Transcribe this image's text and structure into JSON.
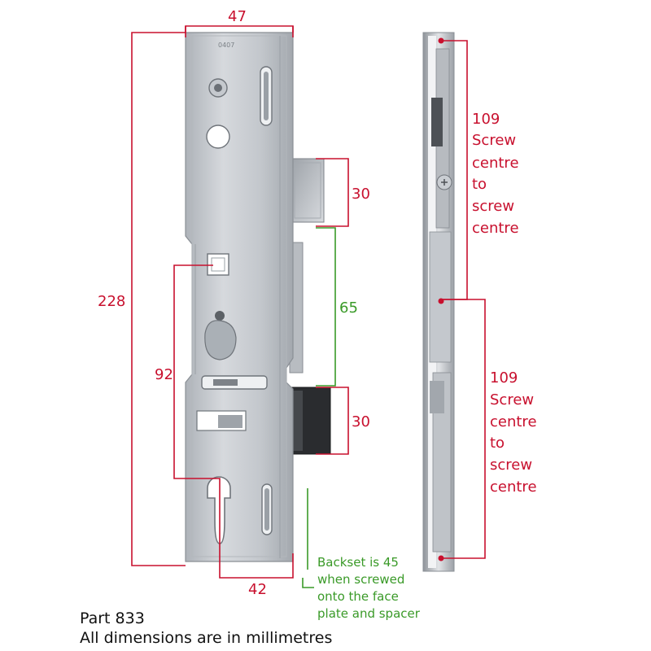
{
  "dimensions": {
    "width_top": "47",
    "height_left": "228",
    "keep_top": "30",
    "spacing": "65",
    "keep_bottom": "30",
    "follower_to_cylinder": "92",
    "backset_bottom": "42"
  },
  "stamp_text": "0407",
  "side_labels": {
    "upper": [
      "109",
      "Screw",
      "centre",
      "to",
      "screw",
      "centre"
    ],
    "lower": [
      "109",
      "Screw",
      "centre",
      "to",
      "screw",
      "centre"
    ]
  },
  "backset_note": [
    "Backset is 45",
    "when screwed",
    "onto the face",
    "plate and spacer"
  ],
  "caption": {
    "part": "Part 833",
    "units": "All dimensions are in millimetres"
  },
  "colors": {
    "dimension_red": "#c8102e",
    "dimension_green": "#3a9a28",
    "metal": "#c9cdd2"
  }
}
